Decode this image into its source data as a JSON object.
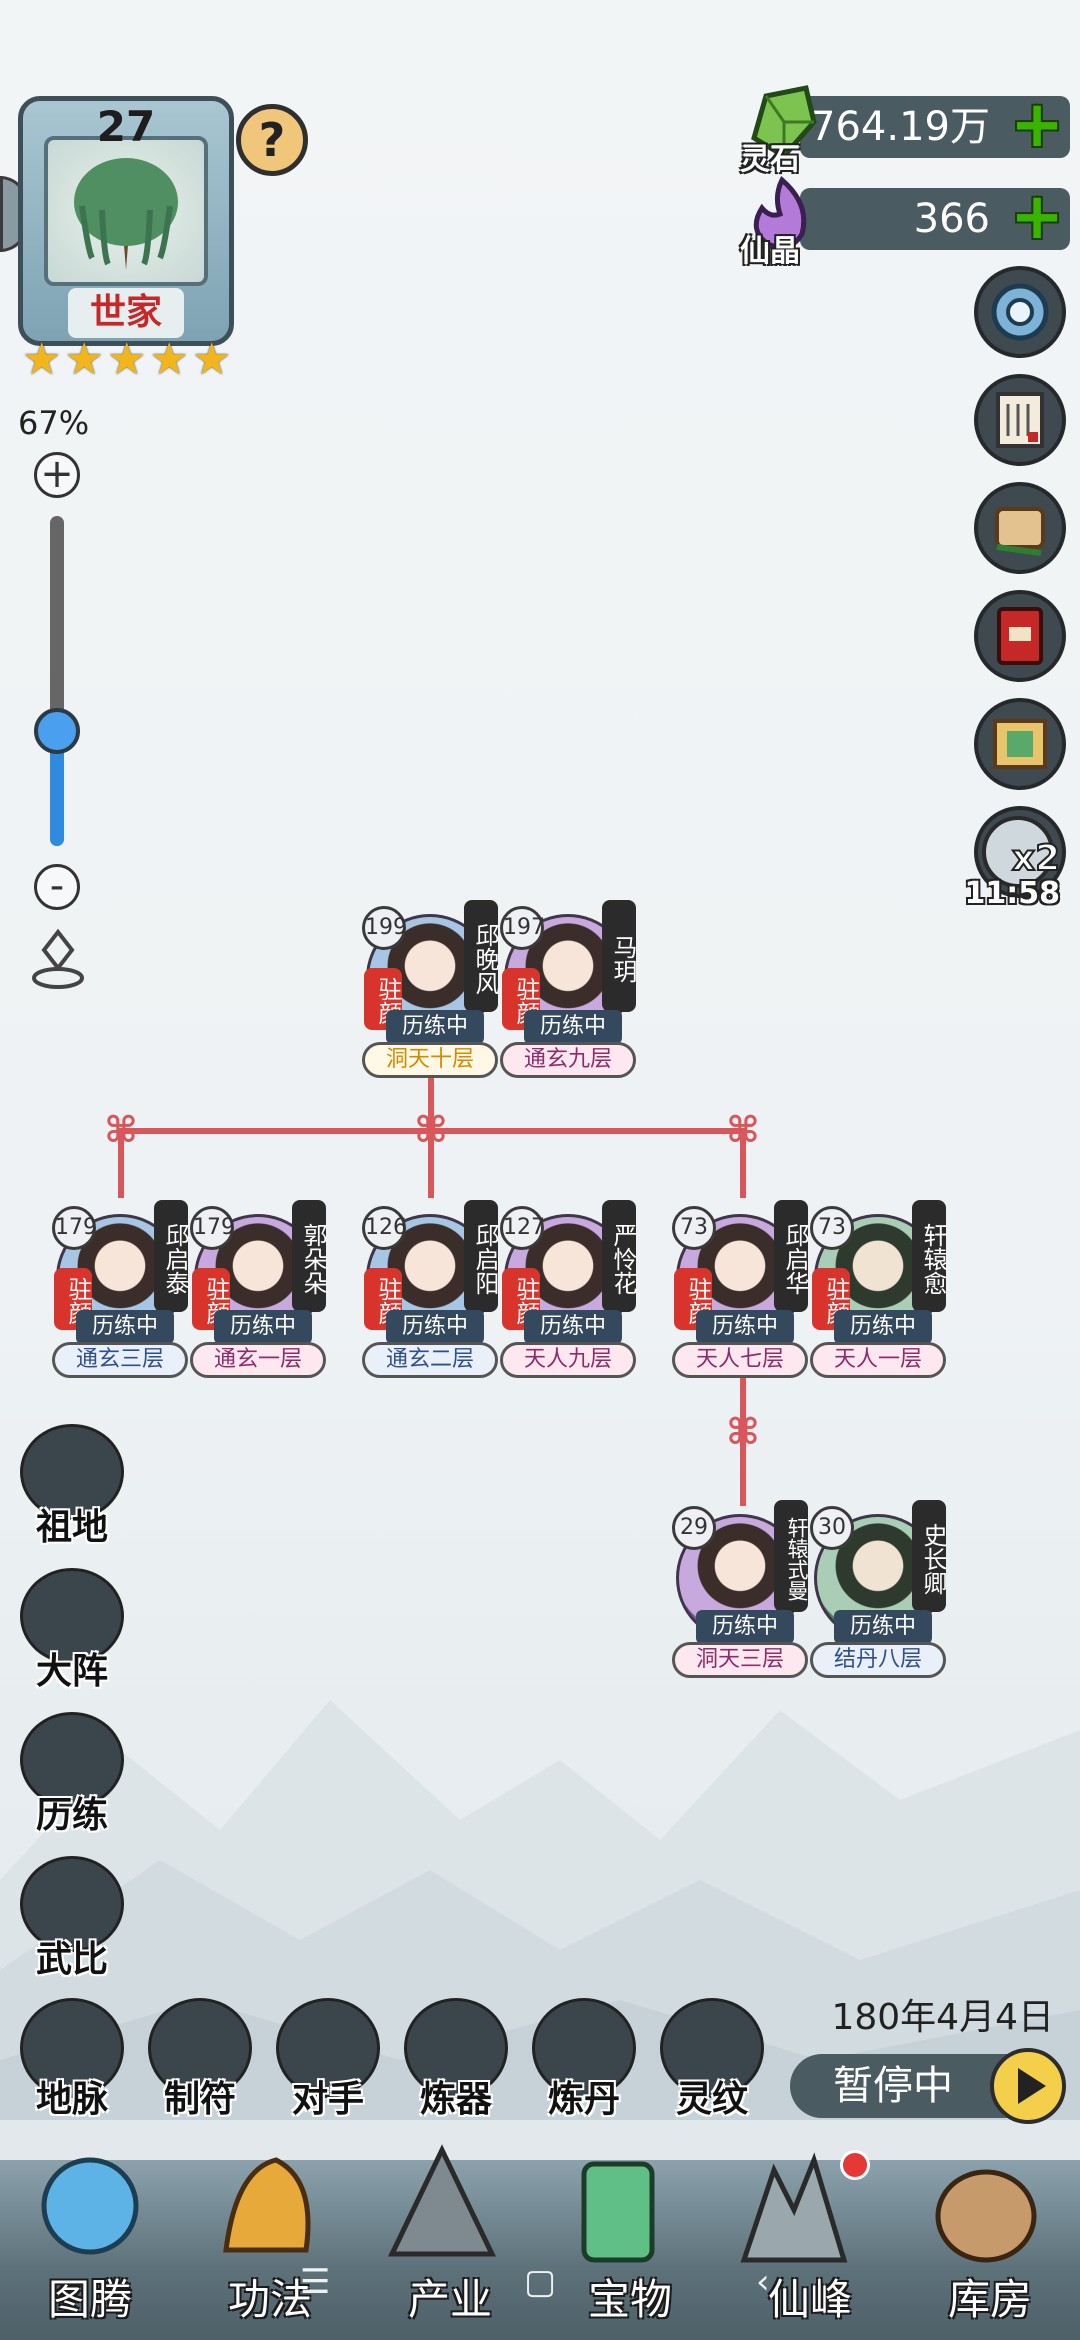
{
  "crest": {
    "level": "27",
    "name": "世家",
    "stars": 5
  },
  "zoom": {
    "percent": "67%",
    "level": 0.4
  },
  "resources": [
    {
      "label": "灵石",
      "value": "764.19万"
    },
    {
      "label": "仙晶",
      "value": "366"
    }
  ],
  "speed": {
    "multiplier": "x2",
    "timer": "11:58"
  },
  "tree": {
    "root": [
      {
        "level": "199",
        "name": "邱晚风",
        "zhu": "驻颜",
        "status": "历练中",
        "realm": "洞天十层"
      },
      {
        "level": "197",
        "name": "马玥",
        "zhu": "驻颜",
        "status": "历练中",
        "realm": "通玄九层"
      }
    ],
    "gen2": [
      {
        "level": "179",
        "name": "邱启泰",
        "zhu": "驻颜",
        "status": "历练中",
        "realm": "通玄三层"
      },
      {
        "level": "179",
        "name": "郭朵朵",
        "zhu": "驻颜",
        "status": "历练中",
        "realm": "通玄一层"
      },
      {
        "level": "126",
        "name": "邱启阳",
        "zhu": "驻颜",
        "status": "历练中",
        "realm": "通玄二层"
      },
      {
        "level": "127",
        "name": "严怜花",
        "zhu": "驻颜",
        "status": "历练中",
        "realm": "天人九层"
      },
      {
        "level": "73",
        "name": "邱启华",
        "zhu": "驻颜",
        "status": "历练中",
        "realm": "天人七层"
      },
      {
        "level": "73",
        "name": "轩辕愈",
        "zhu": "驻颜",
        "status": "历练中",
        "realm": "天人一层"
      }
    ],
    "gen3": [
      {
        "level": "29",
        "name": "轩辕式曼",
        "status": "历练中",
        "realm": "洞天三层"
      },
      {
        "level": "30",
        "name": "史长卿",
        "status": "历练中",
        "realm": "结丹八层"
      }
    ]
  },
  "left_buttons": [
    "祖地",
    "大阵",
    "历练",
    "武比"
  ],
  "bottom_row": [
    "地脉",
    "制符",
    "对手",
    "炼器",
    "炼丹",
    "灵纹"
  ],
  "date": "180年4月4日",
  "pause_label": "暂停中",
  "nav": [
    "图腾",
    "功法",
    "产业",
    "宝物",
    "仙峰",
    "库房"
  ],
  "colors": {
    "accent_red": "#d9575a",
    "resource_bar": "#4b5b62",
    "gold": "#f3b51c",
    "plus_green": "#39b400"
  }
}
